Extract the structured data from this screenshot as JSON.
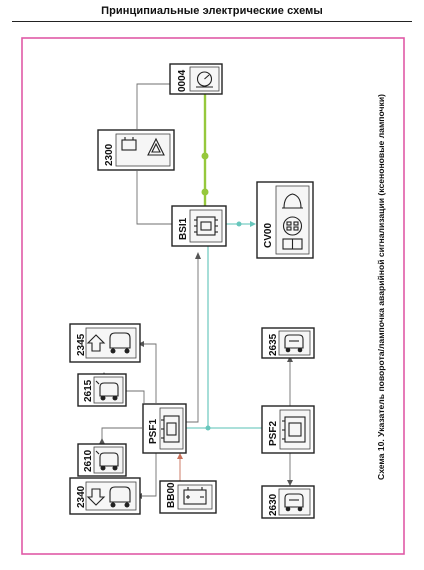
{
  "page": {
    "title": "Принципиальные электрические схемы"
  },
  "diagram": {
    "caption": "Схема 10. Указатель поворота/лампочка аварийной сигнализации (ксеноновые лампочки)",
    "components": {
      "c0004": "0004",
      "c2300": "2300",
      "cBSI1": "BSI1",
      "cCV00": "CV00",
      "c2345": "2345",
      "c2615": "2615",
      "c2610": "2610",
      "c2340": "2340",
      "cPSF1": "PSF1",
      "cBB00": "BB00",
      "c2635": "2635",
      "cPSF2": "PSF2",
      "c2630": "2630"
    },
    "colors": {
      "frame": "#e05aa6",
      "bus_green": "#96c83c",
      "bus_cyan": "#8fd6ce",
      "wire_gray": "#6f6f6f",
      "wire_red": "#c9705a"
    },
    "icons": {
      "0004": "instrument-cluster-icon",
      "2300": "hazard-switch-icon",
      "BSI1": "control-unit-icon",
      "CV00": "steering-column-switch-icon",
      "2345": "front-right-indicator-icon",
      "2615": "side-repeater-icon",
      "2610": "side-repeater-icon",
      "2340": "front-left-indicator-icon",
      "PSF1": "fuse-box-icon",
      "BB00": "battery-icon",
      "2635": "rear-right-lamp-icon",
      "PSF2": "fuse-box-icon",
      "2630": "rear-left-lamp-icon"
    }
  }
}
